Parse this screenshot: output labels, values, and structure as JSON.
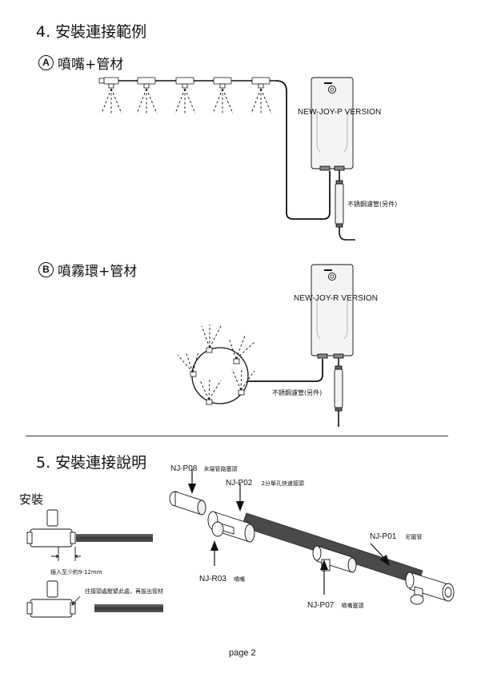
{
  "section4": {
    "title": "4. 安裝連接範例",
    "a": {
      "badge": "A",
      "title": "噴嘴+管材",
      "version": "NEW-JOY-P VERSION",
      "filter_label": "不銹鋼濾管(另件)"
    },
    "b": {
      "badge": "B",
      "title": "噴霧環+管材",
      "version": "NEW-JOY-R VERSION",
      "filter_label": "不銹鋼濾管(另件)"
    }
  },
  "section5": {
    "title": "5. 安裝連接說明",
    "install_label": "安裝",
    "insert_note": "插入至少約9-12mm",
    "remove_note": "往接頭處壓緊此處，再拔出管材",
    "parts": [
      {
        "code": "NJ-P08",
        "name": "末端管路塞頭"
      },
      {
        "code": "NJ-P02",
        "name": "2分單孔快速接頭"
      },
      {
        "code": "NJ-P01",
        "name": "尼龍管"
      },
      {
        "code": "NJ-R03",
        "name": "噴嘴"
      },
      {
        "code": "NJ-P07",
        "name": "噴嘴塞頭"
      }
    ]
  },
  "footer": {
    "page": "page 2"
  },
  "colors": {
    "ink": "#111111",
    "tube": "#4a4a4a",
    "unit_fill": "#f4f4f4"
  }
}
